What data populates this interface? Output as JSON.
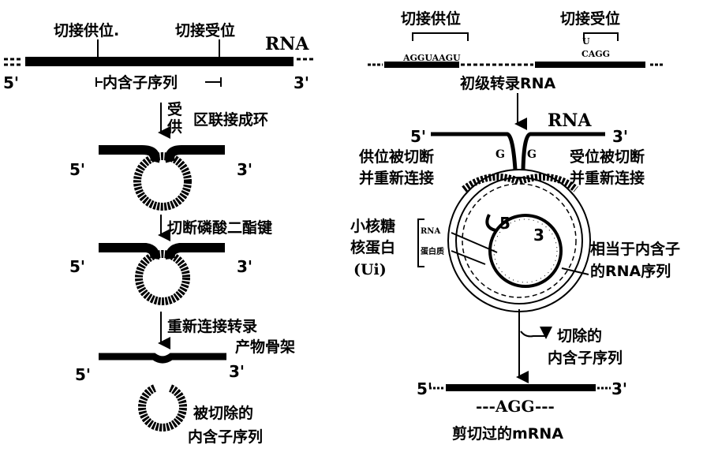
{
  "left": {
    "donor_site": "切接供位.",
    "acceptor_site": "切接受位",
    "rna": "RNA",
    "five": "5'",
    "three": "3'",
    "intron": "内含子序列",
    "step1_a": "受",
    "step1_b": "供",
    "step1_c": "区联接成环",
    "step2": "切断磷酸二酯键",
    "step3_a": "重新连接转录",
    "step3_b": "产物骨架",
    "removed_a": "被切除的",
    "removed_b": "内含子序列"
  },
  "right": {
    "donor_site": "切接供位",
    "acceptor_site": "切接受位",
    "donor_seq": "AGGUAAGU",
    "acceptor_u": "U",
    "acceptor_seq": "CAGG",
    "primary": "初级转录RNA",
    "rna": "RNA",
    "five": "5'",
    "three": "3'",
    "g_left": "G",
    "g_right": "G",
    "donor_cut_a": "供位被切断",
    "donor_cut_b": "并重新连接",
    "acceptor_cut_a": "受位被切断",
    "acceptor_cut_b": "并重新连接",
    "snrnp_a": "小核糖",
    "snrnp_b": "核蛋白",
    "snrnp_c": "(Ui)",
    "bracket_rna": "RNA",
    "bracket_protein": "蛋白质",
    "inner5": "5",
    "inner3": "3",
    "intron_equiv_a": "相当于内含子",
    "intron_equiv_b": "的RNA序列",
    "removed_a": "切除的",
    "removed_b": "内含子序列",
    "mrna_seq": "---AGG---",
    "spliced": "剪切过的mRNA"
  }
}
